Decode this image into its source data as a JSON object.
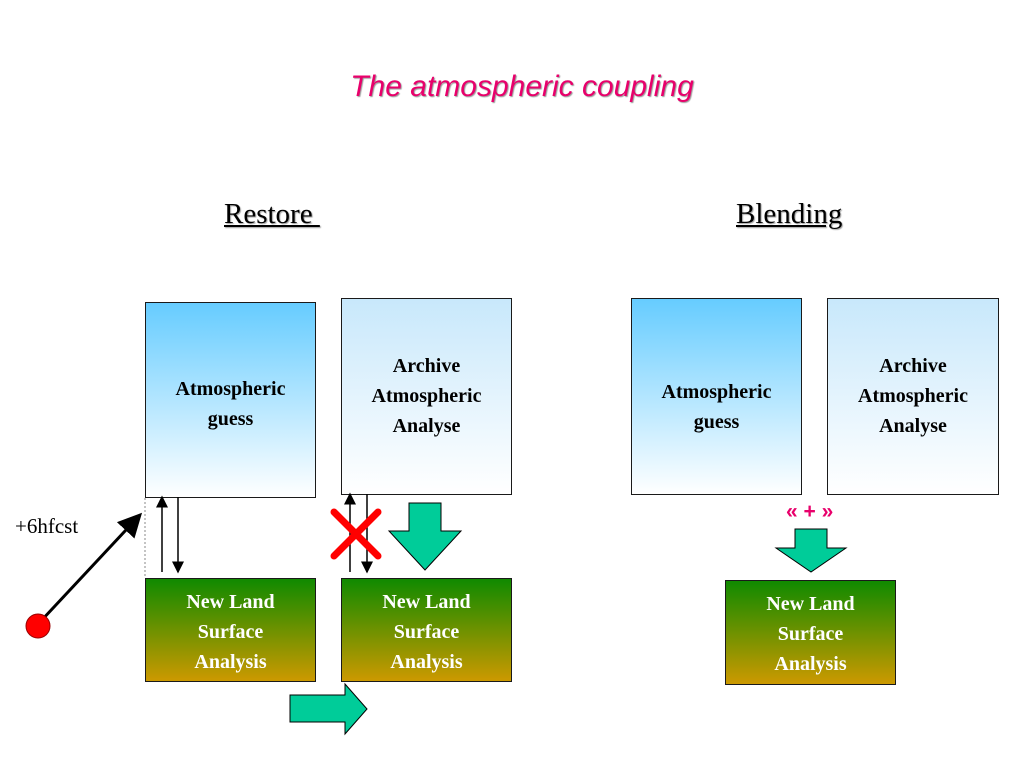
{
  "title": "The atmospheric coupling",
  "restore": {
    "heading": "Restore ",
    "atm_guess": "Atmospheric guess",
    "archive": "Archive Atmospheric Analyse",
    "land_left": "New Land Surface Analysis",
    "land_right": "New Land Surface Analysis",
    "forecast_label": "+6hfcst"
  },
  "blending": {
    "heading": "Blending",
    "atm_guess": "Atmospheric guess",
    "archive": "Archive Atmospheric Analyse",
    "operator": "« + »",
    "land": "New Land Surface Analysis"
  },
  "colors": {
    "title": "#e8006b",
    "atm_top": "#66ccff",
    "land_top": "#108a00",
    "land_bottom": "#cc9900",
    "arrow_fill": "#00cc99",
    "cross": "#ff0000",
    "dot": "#ff0000"
  }
}
